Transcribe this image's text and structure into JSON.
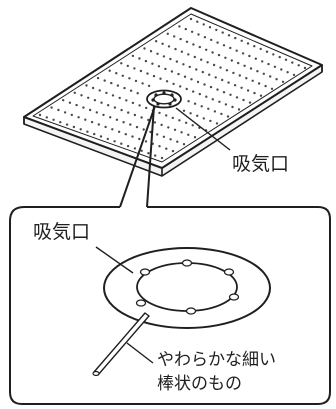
{
  "labels": {
    "top_label": "吸気口",
    "callout_label": "吸気口",
    "tool_line_1": "やわらかな細い",
    "tool_line_2": "棒状のもの"
  },
  "colors": {
    "ink": "#1f1f1f",
    "hole": "#4a4a4a",
    "background": "#ffffff"
  }
}
